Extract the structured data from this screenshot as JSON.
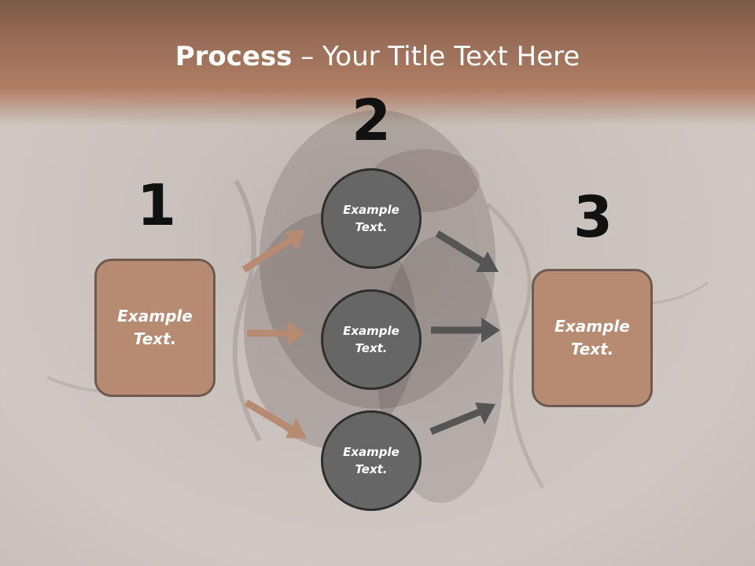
{
  "title": {
    "bold": "Process",
    "rest": " – Your Title Text Here"
  },
  "numbers": [
    "1",
    "2",
    "3"
  ],
  "left_box": {
    "label": "Example Text."
  },
  "right_box": {
    "label": "Example Text."
  },
  "circles": [
    {
      "label": "Example Text."
    },
    {
      "label": "Example Text."
    },
    {
      "label": "Example Text."
    }
  ],
  "colors": {
    "box_fill": "#b68b72",
    "circle_fill": "#666666",
    "arrow_left": "#b68b72",
    "arrow_right": "#555555"
  }
}
